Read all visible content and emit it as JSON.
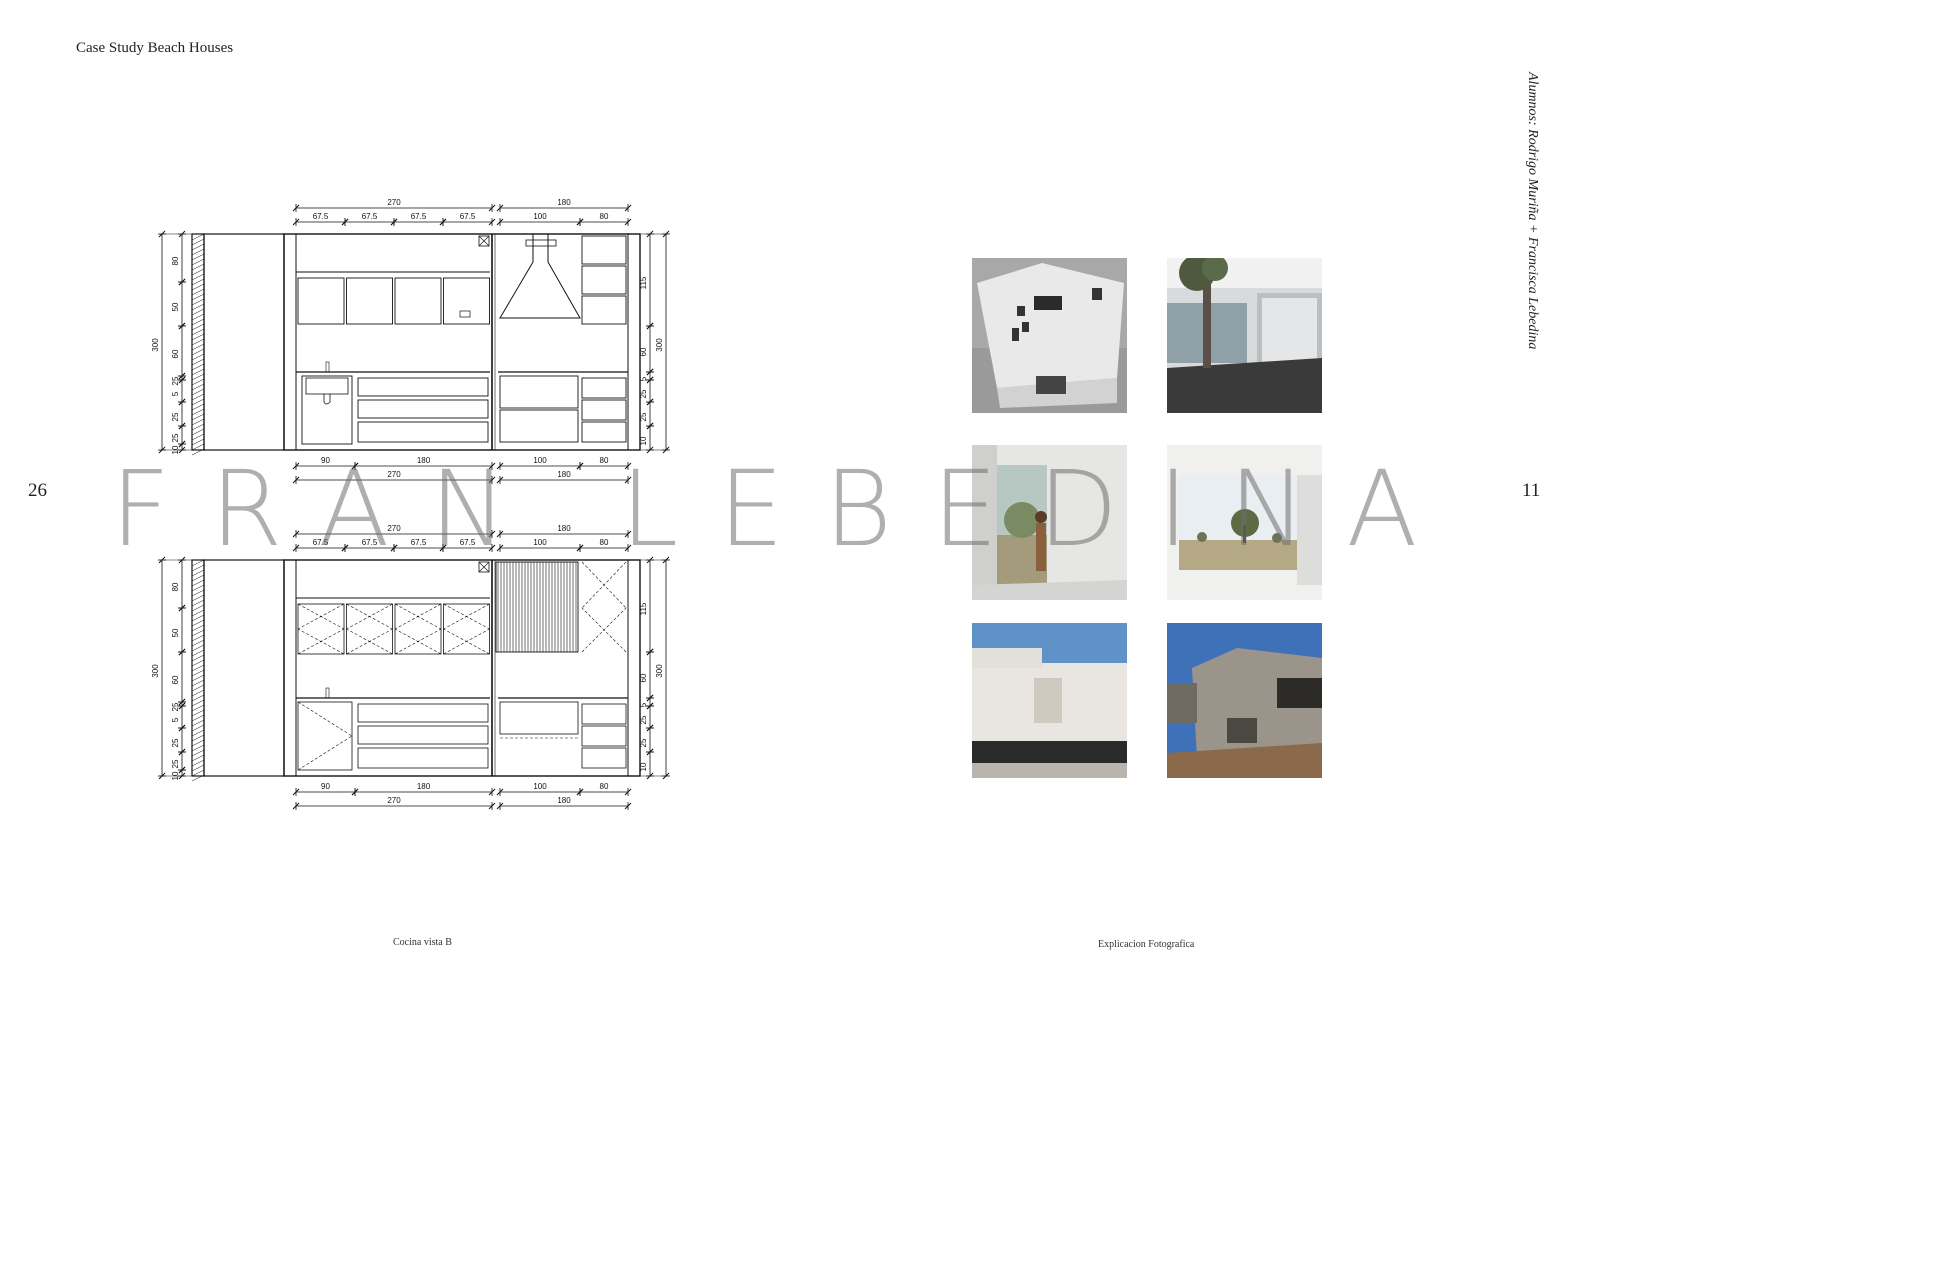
{
  "header": {
    "title": "Case Study Beach Houses"
  },
  "pages": {
    "left": "26",
    "right": "11"
  },
  "authors": "Alumnos: Rodrigo Muriña + Francisca Lebedina",
  "watermark": "FRAN LEBEDINA",
  "drawing": {
    "caption": "Cocina vista B",
    "elevation_top": {
      "top_dims": {
        "total_left": "270",
        "total_right": "180",
        "segments_left": [
          "67.5",
          "67.5",
          "67.5",
          "67.5"
        ],
        "segments_right": [
          "100",
          "80"
        ]
      },
      "bottom_dims": {
        "segments": [
          "90",
          "180",
          "100",
          "80"
        ],
        "total_left": "270",
        "total_right": "180"
      },
      "left_dims": {
        "total": "300",
        "segments": [
          "80",
          "50",
          "60",
          "25",
          "5",
          "25",
          "25",
          "10"
        ]
      },
      "right_dims": {
        "total": "300",
        "segments": [
          "115",
          "60",
          "5",
          "25",
          "25",
          "10"
        ]
      }
    },
    "elevation_bottom": {
      "top_dims": {
        "total_left": "270",
        "total_right": "180",
        "segments_left": [
          "67.5",
          "67.5",
          "67.5",
          "67.5"
        ],
        "segments_right": [
          "100",
          "80"
        ]
      },
      "bottom_dims": {
        "segments": [
          "90",
          "180",
          "100",
          "80"
        ],
        "total_left": "270",
        "total_right": "180"
      },
      "left_dims": {
        "total": "300",
        "segments": [
          "80",
          "50",
          "60",
          "25",
          "5",
          "25",
          "25",
          "10"
        ]
      },
      "right_dims": {
        "total": "300",
        "segments": [
          "115",
          "60",
          "5",
          "25",
          "25",
          "10"
        ]
      }
    }
  },
  "photos": {
    "caption": "Explicacion Fotografica",
    "items": [
      {
        "name": "model-photo"
      },
      {
        "name": "courtyard-tree-photo"
      },
      {
        "name": "interior-person-photo"
      },
      {
        "name": "window-landscape-photo"
      },
      {
        "name": "white-facade-photo"
      },
      {
        "name": "concrete-house-photo"
      }
    ]
  }
}
